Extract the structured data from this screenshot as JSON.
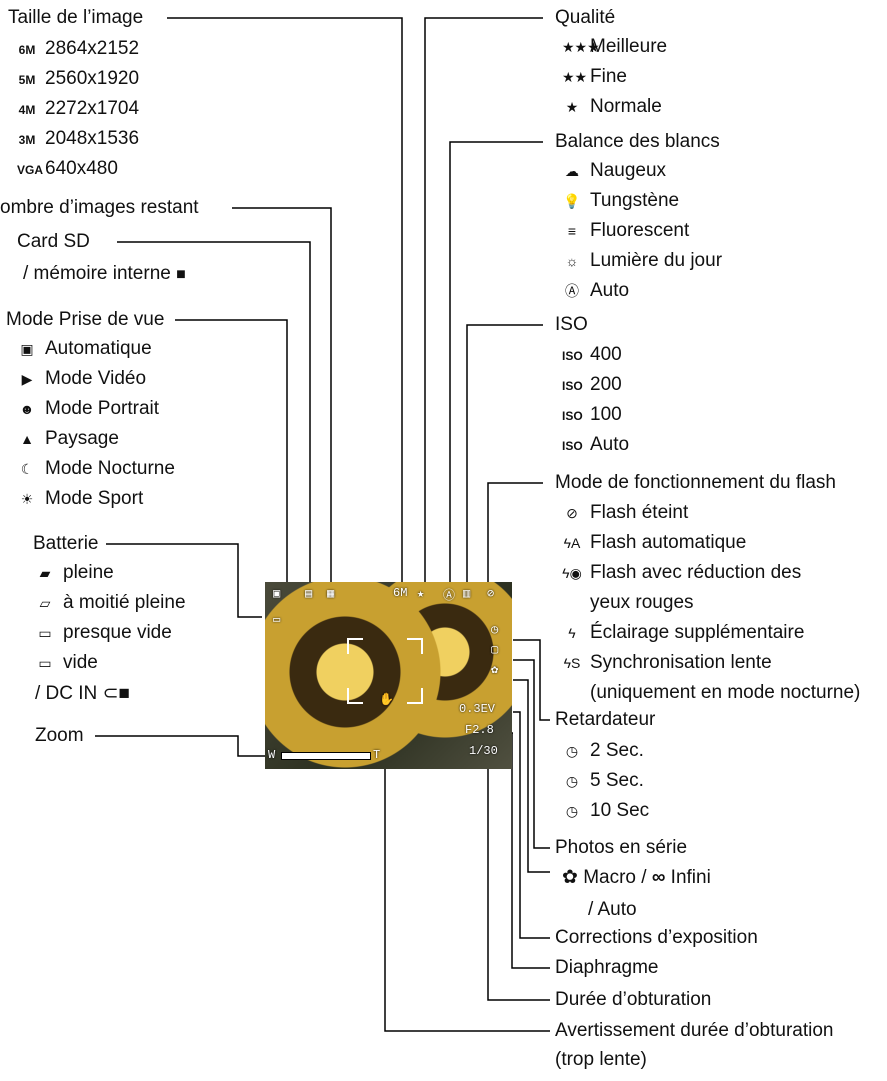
{
  "left": {
    "taille_title": "Taille de l’image",
    "taille_items": [
      {
        "icon": "6M",
        "label": "2864x2152"
      },
      {
        "icon": "5M",
        "label": "2560x1920"
      },
      {
        "icon": "4M",
        "label": "2272x1704"
      },
      {
        "icon": "3M",
        "label": "2048x1536"
      },
      {
        "icon": "VGA",
        "label": "640x480"
      }
    ],
    "nombre_title": "ombre d’images restant",
    "card_title": "Card SD",
    "card_sub": "/ mémoire interne",
    "mode_title": "Mode Prise de vue",
    "mode_items": [
      {
        "icon": "camera-auto-icon",
        "label": "Automatique"
      },
      {
        "icon": "video-icon",
        "label": "Mode Vidéo"
      },
      {
        "icon": "portrait-icon",
        "label": "Mode Portrait"
      },
      {
        "icon": "landscape-icon",
        "label": "Paysage"
      },
      {
        "icon": "night-icon",
        "label": "Mode Nocturne"
      },
      {
        "icon": "sport-icon",
        "label": "Mode Sport"
      }
    ],
    "batterie_title": "Batterie",
    "batterie_items": [
      {
        "icon": "battery-full-icon",
        "label": "pleine"
      },
      {
        "icon": "battery-half-icon",
        "label": "à moitié pleine"
      },
      {
        "icon": "battery-low-icon",
        "label": "presque vide"
      },
      {
        "icon": "battery-empty-icon",
        "label": "vide"
      }
    ],
    "dcin": "/ DC IN",
    "zoom_title": "Zoom"
  },
  "right": {
    "qualite_title": "Qualité",
    "qualite_items": [
      {
        "icon": "★★★",
        "label": "Meilleure"
      },
      {
        "icon": "★★",
        "label": "Fine"
      },
      {
        "icon": "★",
        "label": "Normale"
      }
    ],
    "balance_title": "Balance des blancs",
    "balance_items": [
      {
        "icon": "☁",
        "label": "Naugeux"
      },
      {
        "icon": "💡",
        "label": "Tungstène"
      },
      {
        "icon": "≡",
        "label": "Fluorescent"
      },
      {
        "icon": "☼",
        "label": "Lumière du jour"
      },
      {
        "icon": "Ⓐ",
        "label": "Auto"
      }
    ],
    "iso_title": "ISO",
    "iso_items": [
      {
        "icon": "ISO",
        "label": "400"
      },
      {
        "icon": "ISO",
        "label": "200"
      },
      {
        "icon": "ISO",
        "label": "100"
      },
      {
        "icon": "ISO",
        "label": "Auto"
      }
    ],
    "flash_title": "Mode de fonctionnement du flash",
    "flash_items": [
      {
        "icon": "⊘",
        "label": "Flash éteint"
      },
      {
        "icon": "ϟA",
        "label": "Flash automatique"
      },
      {
        "icon": "ϟ◉",
        "label": "Flash avec réduction des"
      },
      {
        "icon": "",
        "label": "yeux rouges"
      },
      {
        "icon": "ϟ",
        "label": "Éclairage supplémentaire"
      },
      {
        "icon": "ϟS",
        "label": "Synchronisation lente"
      },
      {
        "icon": "",
        "label": "(uniquement en mode nocturne)"
      }
    ],
    "retard_title": "Retardateur",
    "retard_items": [
      "2 Sec.",
      "5 Sec.",
      "10 Sec"
    ],
    "photos_serie": "Photos en série",
    "macro": "Macro /",
    "infini": "Infini",
    "macro_auto": "/ Auto",
    "corrections": "Corrections d’exposition",
    "diaphragme": "Diaphragme",
    "duree": "Durée d’obturation",
    "avert": "Avertissement durée d’obturation",
    "avert_sub": "(trop lente)"
  },
  "lcd": {
    "ev": "0.3EV",
    "aperture": "F2.8",
    "shutter": "1/30",
    "zoom_w": "W",
    "zoom_t": "T",
    "size": "6M"
  }
}
